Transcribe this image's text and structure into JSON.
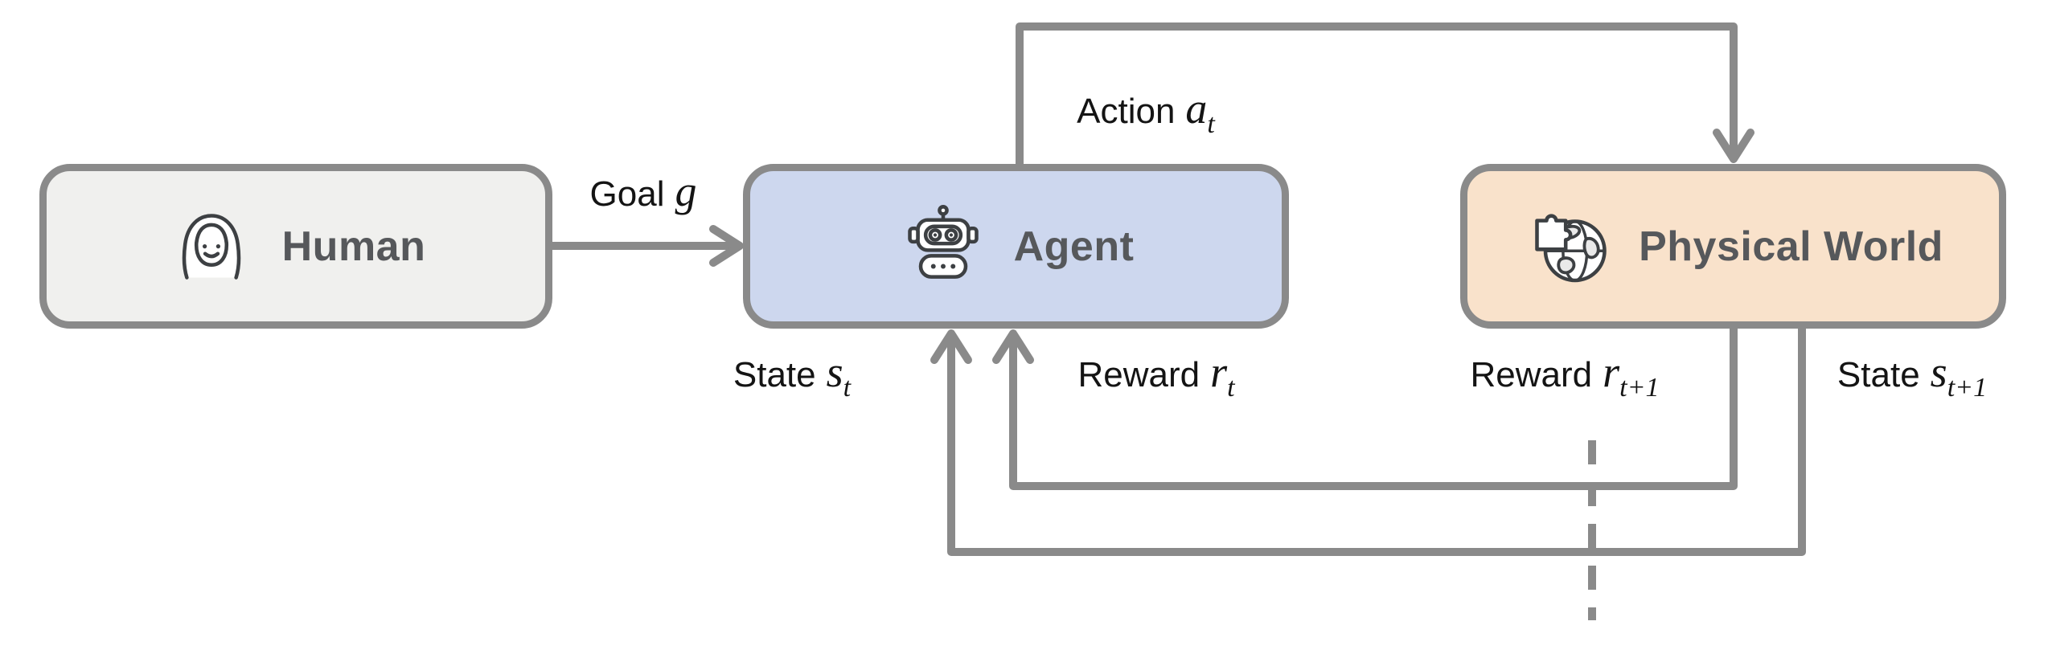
{
  "nodes": {
    "human": {
      "label": "Human",
      "icon": "woman-face-icon"
    },
    "agent": {
      "label": "Agent",
      "icon": "robot-icon"
    },
    "world": {
      "label": "Physical World",
      "icon": "globe-puzzle-icon"
    }
  },
  "labels": {
    "goal": {
      "text": "Goal",
      "var": "g",
      "sub": ""
    },
    "action": {
      "text": "Action",
      "var": "a",
      "sub": "t"
    },
    "state_t": {
      "text": "State",
      "var": "s",
      "sub": "t"
    },
    "reward_t": {
      "text": "Reward",
      "var": "r",
      "sub": "t"
    },
    "reward_t1": {
      "text": "Reward",
      "var": "r",
      "sub": "t+1"
    },
    "state_t1": {
      "text": "State",
      "var": "s",
      "sub": "t+1"
    }
  },
  "colors": {
    "wire": "#8a8a8a",
    "human_fill": "#f0f0ee",
    "agent_fill": "#cdd7ee",
    "world_fill": "#f9e2cb",
    "node_text": "#56585b",
    "label_text": "#141414",
    "icon_stroke": "#3d4043"
  }
}
